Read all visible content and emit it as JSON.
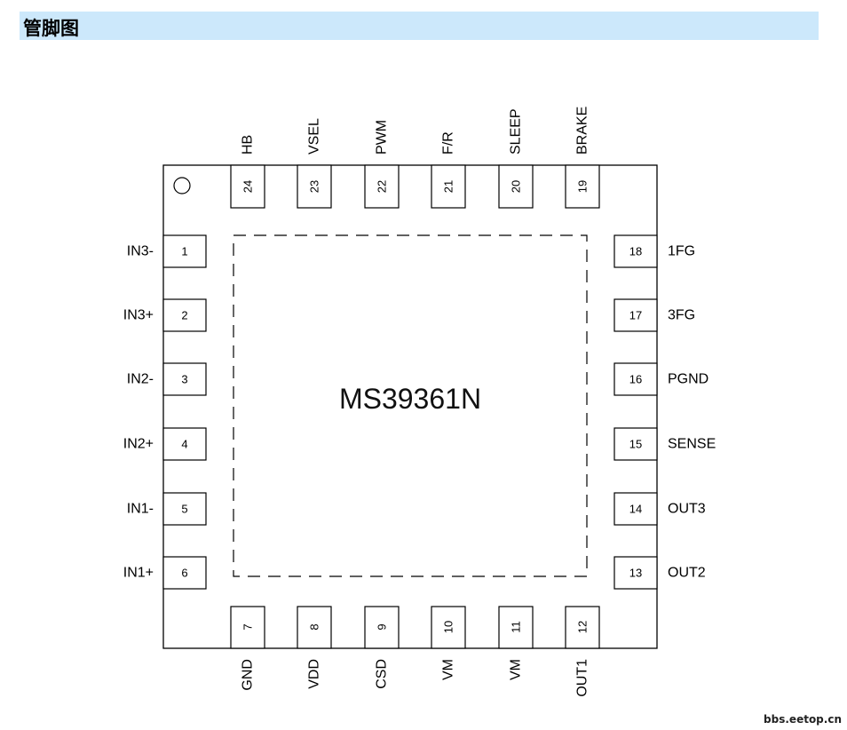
{
  "section_title": "管脚图",
  "chip_name": "MS39361N",
  "watermark": "bbs.eetop.cn",
  "pins": {
    "left": [
      {
        "num": "1",
        "name": "IN3-"
      },
      {
        "num": "2",
        "name": "IN3+"
      },
      {
        "num": "3",
        "name": "IN2-"
      },
      {
        "num": "4",
        "name": "IN2+"
      },
      {
        "num": "5",
        "name": "IN1-"
      },
      {
        "num": "6",
        "name": "IN1+"
      }
    ],
    "bottom": [
      {
        "num": "7",
        "name": "GND"
      },
      {
        "num": "8",
        "name": "VDD"
      },
      {
        "num": "9",
        "name": "CSD"
      },
      {
        "num": "10",
        "name": "VM"
      },
      {
        "num": "11",
        "name": "VM"
      },
      {
        "num": "12",
        "name": "OUT1"
      }
    ],
    "right": [
      {
        "num": "13",
        "name": "OUT2"
      },
      {
        "num": "14",
        "name": "OUT3"
      },
      {
        "num": "15",
        "name": "SENSE"
      },
      {
        "num": "16",
        "name": "PGND"
      },
      {
        "num": "17",
        "name": "3FG"
      },
      {
        "num": "18",
        "name": "1FG"
      }
    ],
    "top": [
      {
        "num": "19",
        "name": "BRAKE"
      },
      {
        "num": "20",
        "name": "SLEEP"
      },
      {
        "num": "21",
        "name": "F/R"
      },
      {
        "num": "22",
        "name": "PWM"
      },
      {
        "num": "23",
        "name": "VSEL"
      },
      {
        "num": "24",
        "name": "HB"
      }
    ]
  }
}
